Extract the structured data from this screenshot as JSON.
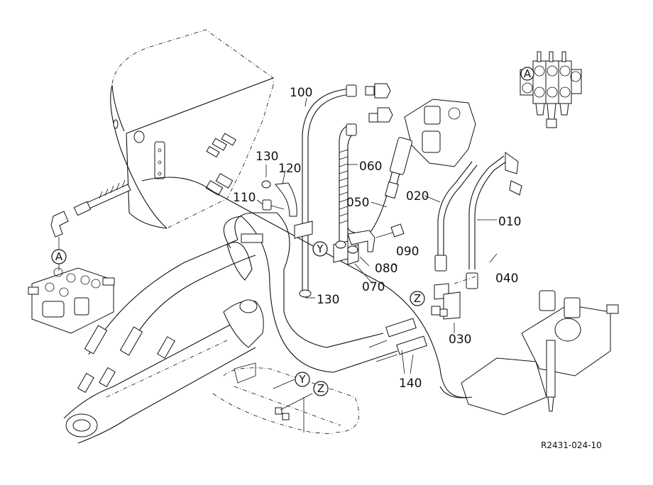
{
  "diagram": {
    "reference_code": "R2431-024-10",
    "part_labels": [
      {
        "id": "p010",
        "text": "010"
      },
      {
        "id": "p020",
        "text": "020"
      },
      {
        "id": "p030",
        "text": "030"
      },
      {
        "id": "p040",
        "text": "040"
      },
      {
        "id": "p050",
        "text": "050"
      },
      {
        "id": "p060",
        "text": "060"
      },
      {
        "id": "p070",
        "text": "070"
      },
      {
        "id": "p080",
        "text": "080"
      },
      {
        "id": "p090",
        "text": "090"
      },
      {
        "id": "p100",
        "text": "100"
      },
      {
        "id": "p110",
        "text": "110"
      },
      {
        "id": "p120",
        "text": "120"
      },
      {
        "id": "p130a",
        "text": "130"
      },
      {
        "id": "p130b",
        "text": "130"
      },
      {
        "id": "p140",
        "text": "140"
      }
    ],
    "callouts": [
      {
        "id": "A_main",
        "text": "A"
      },
      {
        "id": "A_inset",
        "text": "A"
      },
      {
        "id": "Y_bracket",
        "text": "Y"
      },
      {
        "id": "Y_frame",
        "text": "Y"
      },
      {
        "id": "Z_block",
        "text": "Z"
      },
      {
        "id": "Z_frame",
        "text": "Z"
      }
    ]
  }
}
